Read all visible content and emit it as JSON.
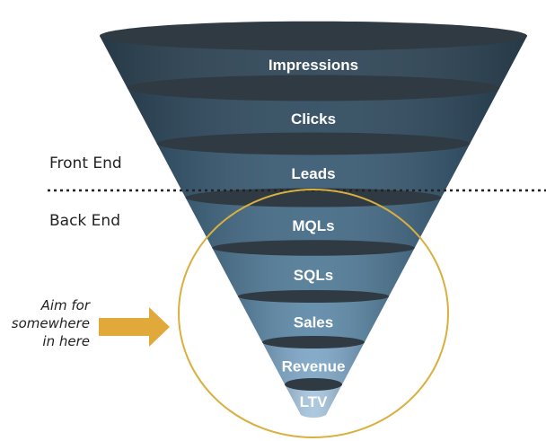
{
  "funnel": {
    "stages": [
      {
        "label": "Impressions",
        "color": "#2e4556"
      },
      {
        "label": "Clicks",
        "color": "#304b5f"
      },
      {
        "label": "Leads",
        "color": "#3a5b73"
      },
      {
        "label": "MQLs",
        "color": "#456b86"
      },
      {
        "label": "SQLs",
        "color": "#527b97"
      },
      {
        "label": "Sales",
        "color": "#5f8aa8"
      },
      {
        "label": "Revenue",
        "color": "#7ea6c6"
      },
      {
        "label": "LTV",
        "color": "#a7c6de"
      }
    ],
    "rim_color": "#2f3a42"
  },
  "divider": {
    "front_label": "Front End",
    "back_label": "Back End"
  },
  "callout": {
    "lines": [
      "Aim for",
      "somewhere",
      "in here"
    ],
    "arrow_color": "#e0a93a",
    "circle_color": "#d9b040"
  }
}
